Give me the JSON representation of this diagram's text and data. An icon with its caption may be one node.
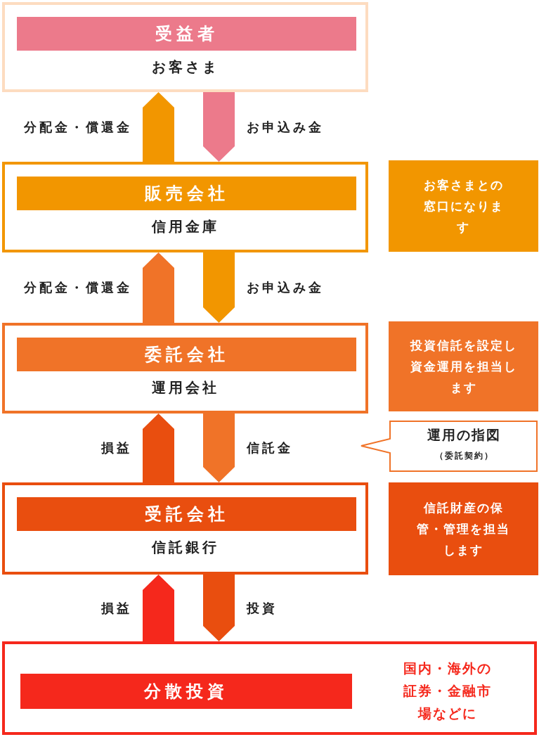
{
  "diagram": {
    "nodes": [
      {
        "text": [
          "受益者",
          "お客さま"
        ]
      },
      {
        "text": [
          "販売会社",
          "信用金庫"
        ]
      },
      {
        "text": [
          "委託会社",
          "運用会社"
        ]
      },
      {
        "text": [
          "受託会社",
          "信託銀行"
        ]
      },
      {
        "text": [
          "分散投資",
          "国内・海外の証券・金融市場などに"
        ]
      },
      {
        "text": [
          "お客さまとの窓口になります"
        ]
      },
      {
        "text": [
          "投資信託を設定し資金運用を担当します"
        ]
      },
      {
        "text": [
          "運用の指図",
          "（委託契約）"
        ]
      },
      {
        "text": [
          "信託財産の保管・管理を担当します"
        ]
      }
    ],
    "edges": [
      {
        "from": 1,
        "to": 0,
        "arrow": "to",
        "label": "分配金・償還金",
        "color": "#f29600"
      },
      {
        "from": 0,
        "to": 1,
        "arrow": "to",
        "label": "お申込み金",
        "color": "#ec7a8b"
      },
      {
        "from": 2,
        "to": 1,
        "arrow": "to",
        "label": "分配金・償還金",
        "color": "#f07328"
      },
      {
        "from": 1,
        "to": 2,
        "arrow": "to",
        "label": "お申込み金",
        "color": "#f29600"
      },
      {
        "from": 3,
        "to": 2,
        "arrow": "to",
        "label": "損益",
        "color": "#e94e0f"
      },
      {
        "from": 2,
        "to": 3,
        "arrow": "to",
        "label": "信託金",
        "color": "#f07328"
      },
      {
        "from": 4,
        "to": 3,
        "arrow": "to",
        "label": "損益",
        "color": "#f5281c"
      },
      {
        "from": 3,
        "to": 4,
        "arrow": "to",
        "label": "投資",
        "color": "#e94e0f"
      }
    ]
  }
}
